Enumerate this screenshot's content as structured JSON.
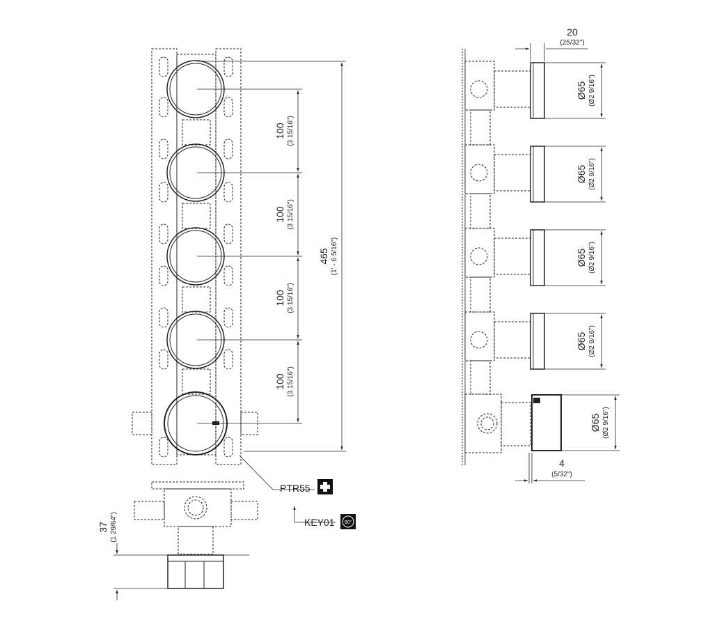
{
  "front": {
    "spacing": "100",
    "spacing_imp": "(3 15/16\")",
    "total": "465",
    "total_imp": "(1' - 6 5/16\")"
  },
  "side": {
    "depth": "20",
    "depth_imp": "(25/32\")",
    "diameter": "Ø65",
    "diameter_imp": "(Ø2 9/16\")",
    "gap": "4",
    "gap_imp": "(5/32\")"
  },
  "bottom": {
    "height": "37",
    "height_imp": "(1 29/64\")"
  },
  "callouts": {
    "ptr": "PTR55",
    "ptr_icon": "plus-icon",
    "key": "KEY01",
    "key_icon": "rotate-90-icon",
    "key_badge": "90°"
  }
}
